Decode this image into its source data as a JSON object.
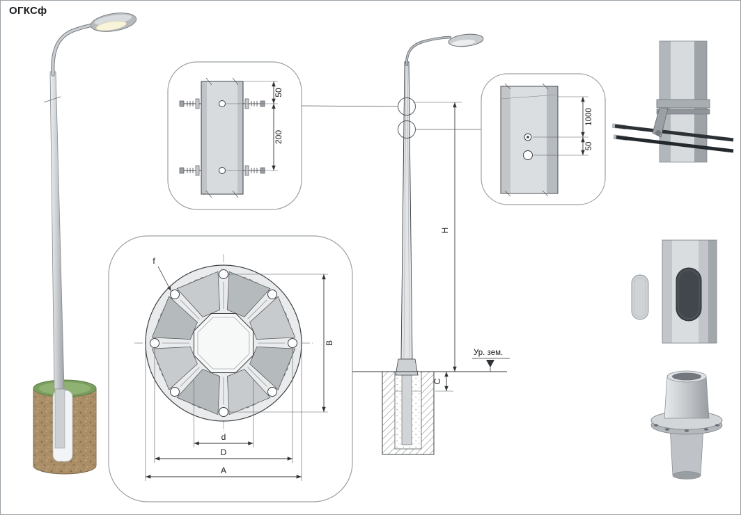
{
  "title": "ОГКСф",
  "colors": {
    "drawing_line": "#3c4043",
    "dimension_line": "#2f3336",
    "pole_gray": "#d6d9dc",
    "grass_green": "#7b9e5e",
    "soil_brown": "#a98e67"
  },
  "details": {
    "clamp_view": {
      "dim_top": "50",
      "dim_bottom": "200"
    },
    "flange_view": {
      "hole_label": "f",
      "dim_vertical": "B",
      "dim_inner": "d",
      "dim_bolt_circle": "D",
      "dim_outer": "A"
    },
    "elevation": {
      "dim_height": "H",
      "dim_embed": "C",
      "ground_label": "Ур. зем."
    },
    "earthing_view": {
      "dim_top": "1000",
      "dim_bottom": "50"
    }
  }
}
